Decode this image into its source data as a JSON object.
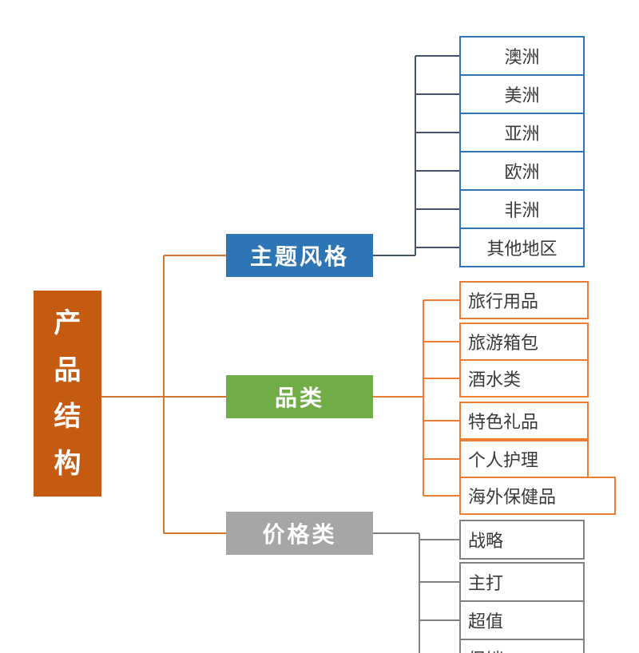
{
  "diagram_title": "产品结构",
  "root": {
    "label": "产品结构",
    "fill_color": "#C55A11",
    "text_color": "#FFFFFF"
  },
  "connector_root_color": "#D4752E",
  "branches": [
    {
      "label": "主题风格",
      "fill_color": "#2E75B6",
      "line_color": "#44546A",
      "leaf_border_color": "#2E75B6",
      "leaves": [
        "澳洲",
        "美洲",
        "亚洲",
        "欧洲",
        "非洲",
        "其他地区"
      ]
    },
    {
      "label": "品类",
      "fill_color": "#70AD47",
      "line_color": "#ED7D31",
      "leaf_border_color": "#ED7D31",
      "leaves": [
        "旅行用品",
        "旅游箱包",
        "酒水类",
        "特色礼品",
        "个人护理",
        "海外保健品"
      ]
    },
    {
      "label": "价格类",
      "fill_color": "#A6A6A6",
      "line_color": "#808080",
      "leaf_border_color": "#808080",
      "leaves": [
        "战略",
        "主打",
        "超值",
        "促销"
      ]
    }
  ]
}
